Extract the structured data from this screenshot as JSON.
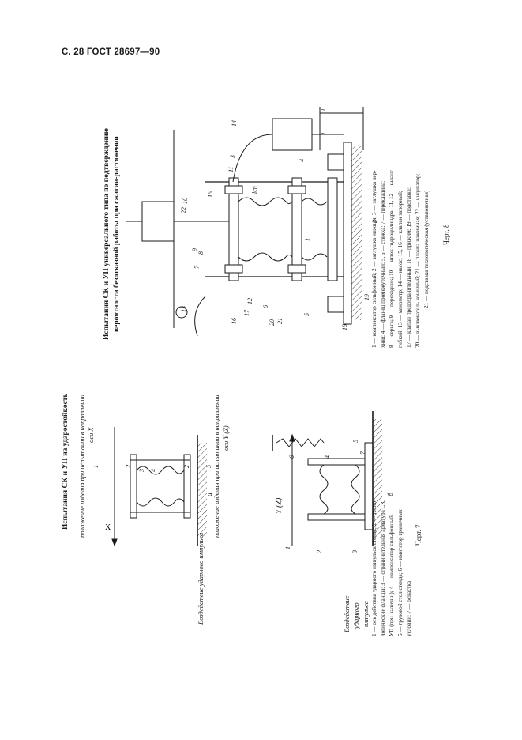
{
  "header": {
    "page": "С. 28 ГОСТ 28697—90"
  },
  "fig7": {
    "title": "Испытания СК и УП на ударостойкость",
    "sub_a_top_line1": "положение изделия при испытании в направлении",
    "sub_a_top_line2": "оси X",
    "axis_x": "X",
    "impact_a": "Воздействие ударного импульса",
    "panel_a": "а",
    "sub_b_line1": "положение изделия при испытании в направлении",
    "sub_b_line2": "оси Y (Z)",
    "axis_yz": "Y (Z)",
    "panel_b": "б",
    "impact_b_line1": "Воздействие",
    "impact_b_line2": "ударного",
    "impact_b_line3": "импульса",
    "legend_line1": "1 — ось действия ударного импульса стенда; 2 — техно-",
    "legend_line2": "логические фланцы; 3 — ограничительная арматура СК,",
    "legend_line3": "УП   (при   наличии);   4 — компенсатор   сильфонный;",
    "legend_line4": "5 — грузовой   стол   стенда;   6 — имитатор   граничных",
    "legend_line5": "условий; 7 — оснастка",
    "caption": "Черт. 7",
    "labels_a": [
      "1",
      "2",
      "3",
      "4",
      "2",
      "5"
    ],
    "labels_b": [
      "6",
      "4",
      "7",
      "5",
      "1",
      "2",
      "3"
    ]
  },
  "fig8": {
    "title_line1": "Испытания СК и УП универсального типа по подтверждению",
    "title_line2": "вероятности безотказной работы при сжатии-растяжении",
    "legend_line1": "1 — компенсатор сильфонный; 2 — заглушка нижняя; 3 — заглушка вер-",
    "legend_line2": "хняя; 4 — фланец промежуточный; 5, 6 — стяжка; 7 — перекладина;",
    "legend_line3": "8 — серьга; 9 — переходник; 10 — шток гидроцилиндра; 11, 12 — шланг",
    "legend_line4": "гибкий; 13 — манометр; 14 — насос; 15, 16 — клапан запорный;",
    "legend_line5": "17 — клапан предохранительный; 18 — прижим; 19 — подставка;",
    "legend_line6": "20 — выключатель конечный; 21 — планка нажимная; 22 — индикатор;",
    "legend_line7": "21 — подставка технологическая (установочная)",
    "caption": "Черт. 8",
    "dim_l": "l",
    "dim_lsp": "lсп",
    "labels": [
      "14",
      "3",
      "4",
      "11",
      "15",
      "22",
      "10",
      "1",
      "9",
      "8",
      "7",
      "13",
      "12",
      "6",
      "16",
      "17",
      "20",
      "21",
      "5",
      "18",
      "19",
      "2"
    ]
  }
}
